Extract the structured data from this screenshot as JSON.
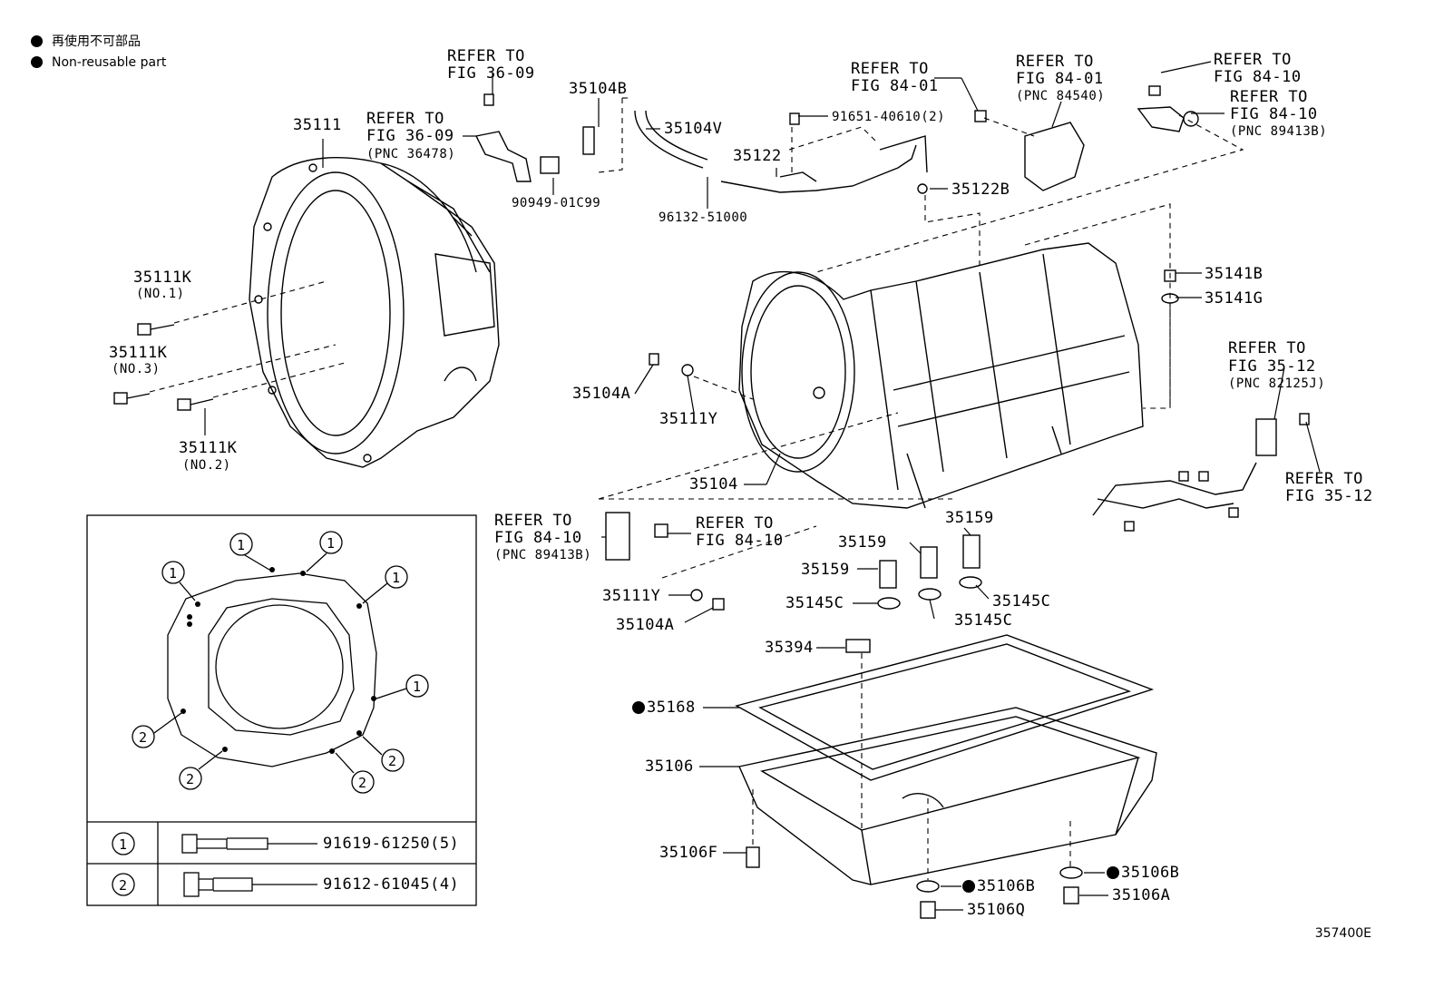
{
  "legend": {
    "jp": "再使用不可部品",
    "en": "Non-reusable part"
  },
  "figure_id": "357400E",
  "refs": {
    "r1_a": "REFER TO",
    "r1_b": "FIG 36-09",
    "r2_a": "REFER TO",
    "r2_b": "FIG 36-09",
    "r2_c": "(PNC 36478)",
    "r3_a": "REFER TO",
    "r3_b": "FIG 84-01",
    "r4_a": "REFER TO",
    "r4_b": "FIG 84-01",
    "r4_c": "(PNC 84540)",
    "r5_a": "REFER TO",
    "r5_b": "FIG 84-10",
    "r6_a": "REFER TO",
    "r6_b": "FIG 84-10",
    "r6_c": "(PNC 89413B)",
    "r7_a": "REFER TO",
    "r7_b": "FIG 35-12",
    "r7_c": "(PNC 82125J)",
    "r8_a": "REFER TO",
    "r8_b": "FIG 35-12",
    "r9_a": "REFER TO",
    "r9_b": "FIG 84-10",
    "r9_c": "(PNC 89413B)",
    "r10_a": "REFER TO",
    "r10_b": "FIG 84-10"
  },
  "parts": {
    "p35111": "35111",
    "p35104B": "35104B",
    "p35104V": "35104V",
    "p35122": "35122",
    "p91651": "91651-40610(2)",
    "p35122B": "35122B",
    "p90949": "90949-01C99",
    "p96132": "96132-51000",
    "p35111K1": "35111K",
    "p35111K1n": "(NO.1)",
    "p35111K3": "35111K",
    "p35111K3n": "(NO.3)",
    "p35111K2": "35111K",
    "p35111K2n": "(NO.2)",
    "p35141B": "35141B",
    "p35141G": "35141G",
    "p35104A_1": "35104A",
    "p35111Y_1": "35111Y",
    "p35104": "35104",
    "p35159_a": "35159",
    "p35159_b": "35159",
    "p35159_c": "35159",
    "p35111Y_2": "35111Y",
    "p35104A_2": "35104A",
    "p35145C_a": "35145C",
    "p35145C_b": "35145C",
    "p35145C_c": "35145C",
    "p35394": "35394",
    "p35168": "35168",
    "p35106": "35106",
    "p35106F": "35106F",
    "p35106B_a": "35106B",
    "p35106B_b": "35106B",
    "p35106A": "35106A",
    "p35106Q": "35106Q"
  },
  "bolt_table": [
    {
      "num": "1",
      "part": "91619-61250(5)"
    },
    {
      "num": "2",
      "part": "91612-61045(4)"
    }
  ],
  "callouts": {
    "c1": "1",
    "c2": "2"
  }
}
